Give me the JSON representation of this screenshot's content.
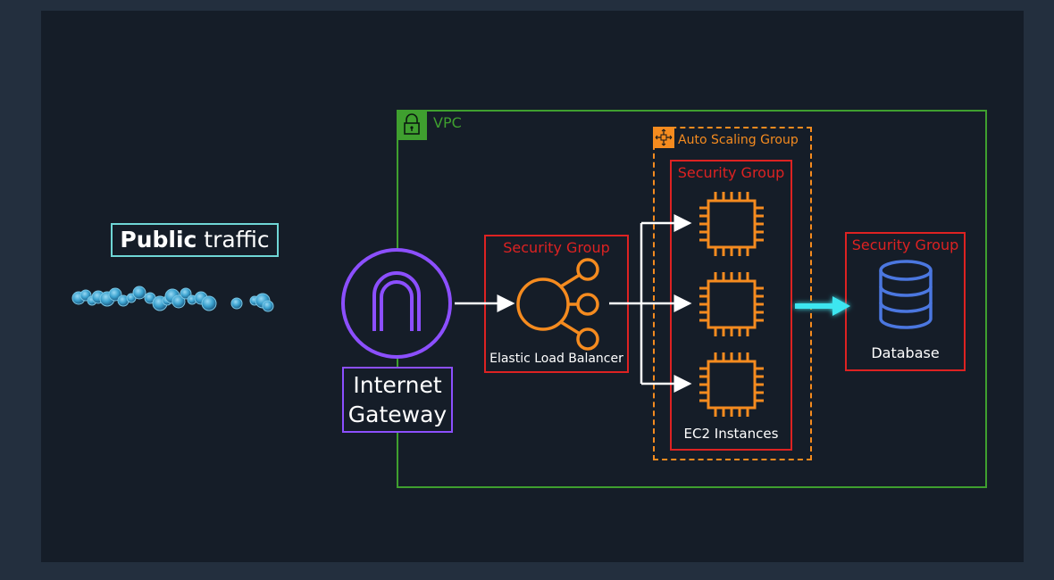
{
  "public_traffic": {
    "bold": "Public",
    "regular": " traffic"
  },
  "vpc": {
    "label": "VPC"
  },
  "auto_scaling": {
    "label": "Auto Scaling Group"
  },
  "security_groups": {
    "elb": "Security Group",
    "ec2": "Security Group",
    "db": "Security Group"
  },
  "internet_gateway": {
    "line1": "Internet",
    "line2": "Gateway"
  },
  "load_balancer": {
    "label": "Elastic Load Balancer"
  },
  "ec2": {
    "label": "EC2 Instances",
    "count": 3
  },
  "database": {
    "label": "Database"
  },
  "colors": {
    "vpc": "#3f9f2f",
    "security_group": "#dd2222",
    "auto_scaling": "#f58b1f",
    "gateway": "#8c4fff",
    "traffic": "#3da9d8",
    "database_icon": "#4b77e0",
    "flow_arrow": "#3ee6f0"
  },
  "icons": [
    "lock-icon",
    "auto-scaling-icon",
    "internet-gateway-icon",
    "load-balancer-icon",
    "ec2-chip-icon",
    "database-icon"
  ]
}
